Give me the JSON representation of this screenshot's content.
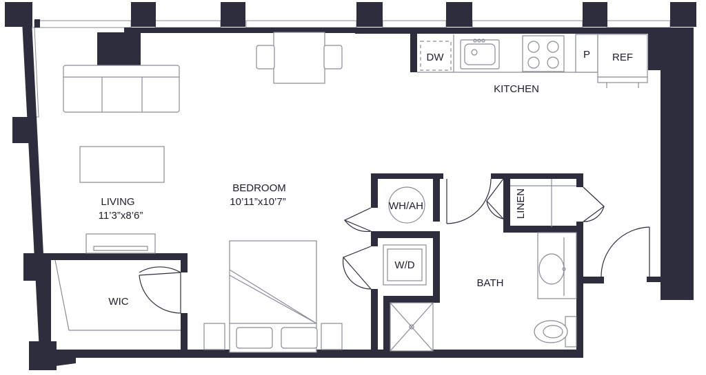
{
  "rooms": {
    "kitchen": "KITCHEN",
    "living": "LIVING",
    "living_size": "11’3”x8’6”",
    "bedroom": "BEDROOM",
    "bedroom_size": "10’11”x10’7”",
    "wic": "WIC",
    "bath": "BATH"
  },
  "fixtures": {
    "dw": "DW",
    "pantry": "P",
    "ref": "REF",
    "wh_ah": "WH/AH",
    "wd": "W/D",
    "linen": "LINEN"
  },
  "colors": {
    "wall": "#2e2d3d",
    "fixture_line": "#8a8a96",
    "background": "#ffffff"
  }
}
